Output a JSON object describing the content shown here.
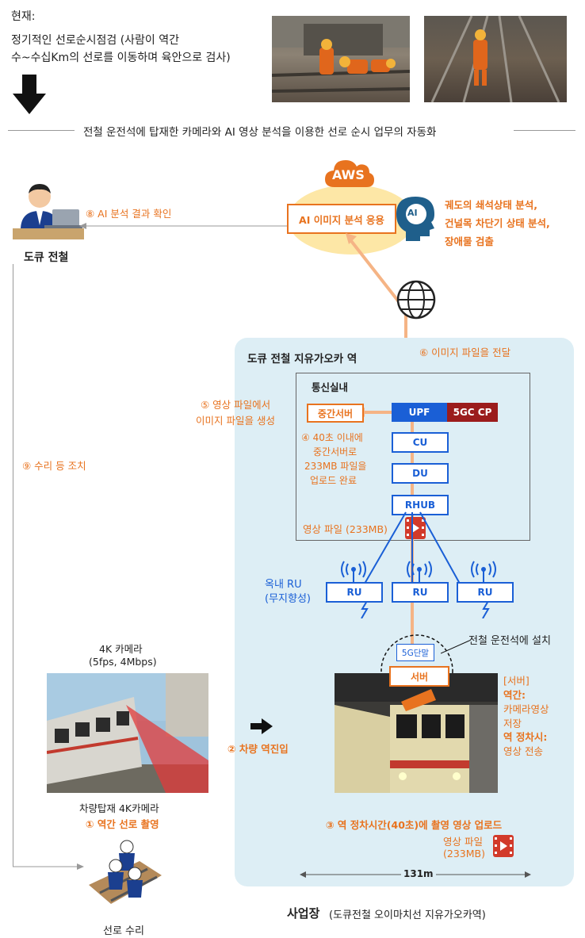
{
  "current": {
    "title": "현재:",
    "line1": "정기적인 선로순시점검 (사람이 역간",
    "line2": "수~수십Km의 선로를 이동하며 육안으로 검사)"
  },
  "headline": "전철 운전석에 탑재한 카메라와 AI 영상 분석을 이용한 선로 순시 업무의 자동화",
  "aws": {
    "logo": "AWS",
    "app_label": "AI 이미지 분석 응용",
    "brain_label": "AI"
  },
  "analysis": {
    "line1": "궤도의 쇄석상태 분석,",
    "line2": "건널목 차단기 상태 분석,",
    "line3": "장애물 검출"
  },
  "step8": "⑧  AI 분석 결과 확인",
  "tokyu_label": "도큐 전철",
  "step9": "⑨ 수리 등 조치",
  "repair_label": "선로 수리",
  "station": {
    "title": "도큐 전철 지유가오카 역",
    "step6": "⑥ 이미지 파일을 전달",
    "room_label": "통신실내",
    "step5_line1": "⑤ 영상 파일에서",
    "step5_line2": "이미지 파일을 생성",
    "relay_server": "중간서버",
    "upf": "UPF",
    "fivegc": "5GC CP",
    "cu": "CU",
    "du": "DU",
    "rhub": "RHUB",
    "step4_line1": "④ 40초 이내에",
    "step4_line2": "중간서버로",
    "step4_line3": "233MB 파일을",
    "step4_line4": "업로드 완료",
    "video_file": "영상 파일 (233MB)",
    "indoor_ru_line1": "옥내 RU",
    "indoor_ru_line2": "(무지향성)",
    "ru1": "RU",
    "ru2": "RU",
    "ru3": "RU",
    "terminal": "5G단말",
    "server": "서버",
    "install_label": "전철 운전석에 설치",
    "server_note_line1": "[서버]",
    "server_note_line2": "역간:",
    "server_note_line3": "카메라영상",
    "server_note_line4": "저장",
    "server_note_line5": "역 정차시:",
    "server_note_line6": "영상 전송",
    "step3": "③ 역 정차시간(40초)에  촬영 영상 업로드",
    "video_file2_line1": "영상 파일",
    "video_file2_line2": "(233MB)",
    "distance": "131m"
  },
  "camera": {
    "title_line1": "4K 카메라",
    "title_line2": "(5fps, 4Mbps)",
    "caption": "차량탑재 4K카메라",
    "step1": "① 역간 선로 촬영"
  },
  "step2": "② 차량 역진입",
  "site": {
    "title": "사업장",
    "subtitle": "(도큐전철 오이마치선 지유가오카역)"
  },
  "colors": {
    "orange": "#e8731f",
    "blue": "#1a5fd6",
    "panel": "#ddeef5",
    "aws_cloud": "#fde7a6",
    "dark_red": "#9b1c1c"
  }
}
